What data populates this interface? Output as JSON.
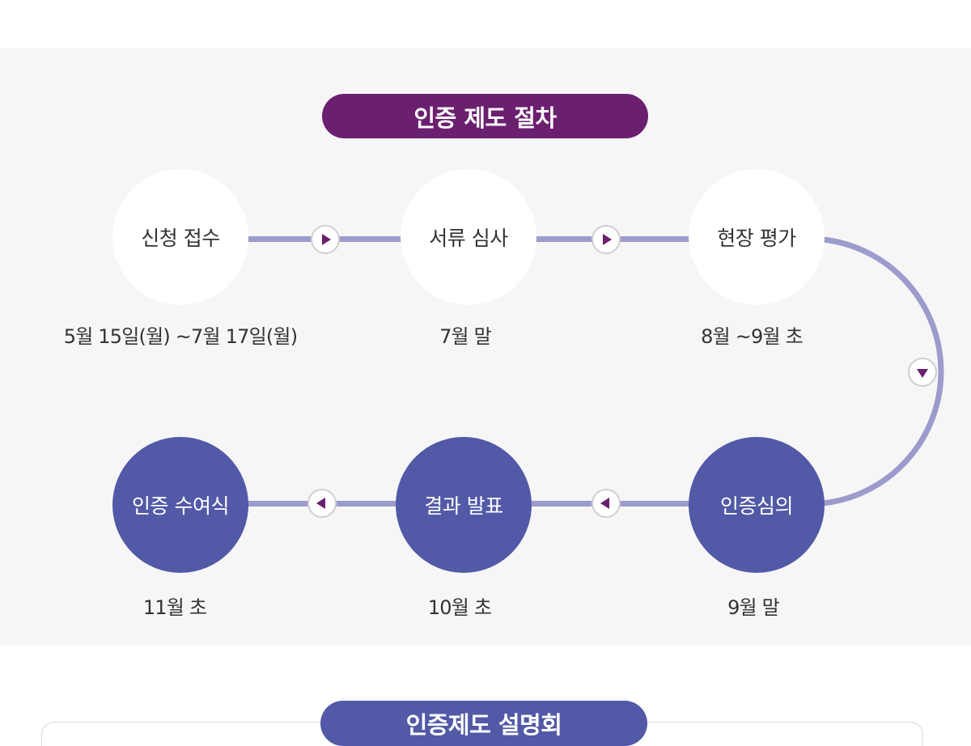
{
  "process": {
    "title": "인증 제도 절차",
    "steps": [
      {
        "label": "신청 접수",
        "date": "5월 15일(월) ~7월 17일(월)"
      },
      {
        "label": "서류 심사",
        "date": "7월 말"
      },
      {
        "label": "현장 평가",
        "date": "8월 ~9월 초"
      },
      {
        "label": "인증심의",
        "date": "9월 말"
      },
      {
        "label": "결과 발표",
        "date": "10월 초"
      },
      {
        "label": "인증 수여식",
        "date": "11월 초"
      }
    ],
    "arrow_icons": [
      "play-right-icon",
      "play-right-icon",
      "play-down-icon",
      "play-left-icon",
      "play-left-icon"
    ]
  },
  "info_session": {
    "title": "인증제도 설명회"
  },
  "colors": {
    "process_pill": "#6b1f6f",
    "info_pill": "#5259a6",
    "dark_step": "#5259a6",
    "connector": "#9c9bcc",
    "arrow": "#6b1f6f",
    "section_bg": "#f6f6f6"
  }
}
